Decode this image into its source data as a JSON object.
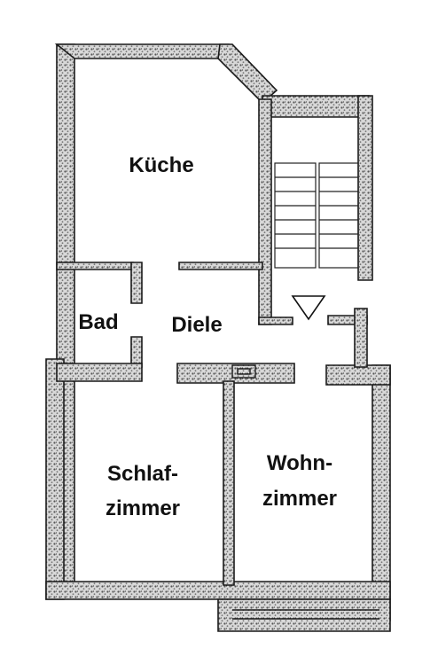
{
  "plan": {
    "rooms": {
      "kitchen": "Küche",
      "bath": "Bad",
      "hall": "Diele",
      "bedroom_line1": "Schlaf-",
      "bedroom_line2": "zimmer",
      "living_line1": "Wohn-",
      "living_line2": "zimmer"
    },
    "colors": {
      "wall_fill": "#9a9a9a",
      "ink": "#111111",
      "paper": "#ffffff"
    },
    "icons": {
      "entrance": "entrance-triangle-icon",
      "staircase": "staircase-icon"
    }
  }
}
